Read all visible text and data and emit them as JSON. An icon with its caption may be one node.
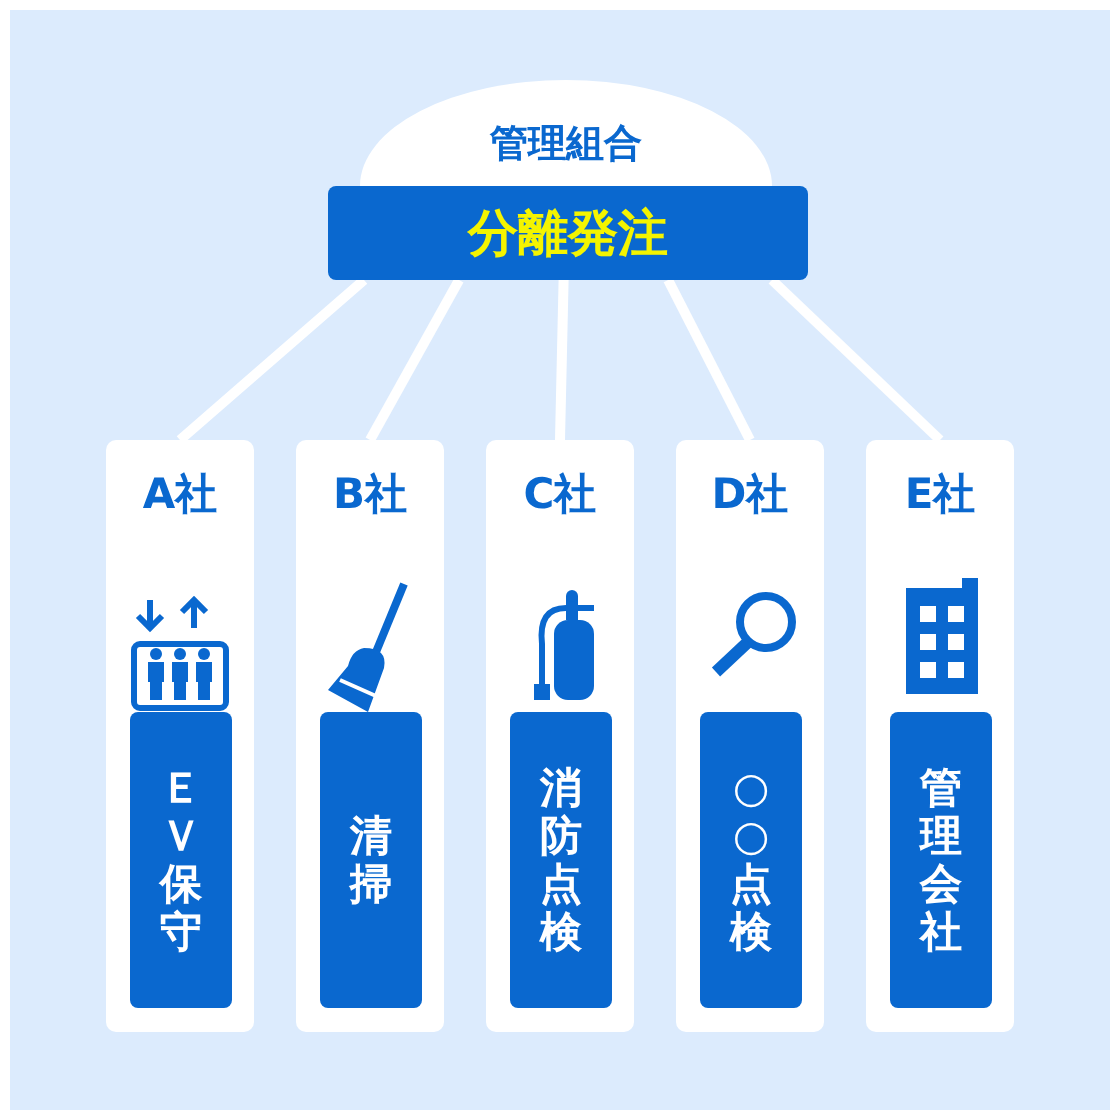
{
  "diagram": {
    "nodes": [
      {
        "text": [
          "管理組合"
        ]
      },
      {
        "text": [
          "分離発注"
        ]
      },
      {
        "text": [
          "A社"
        ]
      },
      {
        "text": [
          "ＥＶ保守"
        ],
        "in": 2
      },
      {
        "text": [
          "B社"
        ]
      },
      {
        "text": [
          "清掃"
        ],
        "in": 4
      },
      {
        "text": [
          "C社"
        ]
      },
      {
        "text": [
          "消防点検"
        ],
        "in": 6
      },
      {
        "text": [
          "D社"
        ]
      },
      {
        "text": [
          "○○点検"
        ],
        "in": 8
      },
      {
        "text": [
          "E社"
        ]
      },
      {
        "text": [
          "管理会社"
        ],
        "in": 10
      }
    ],
    "edges": [
      {
        "from": 1,
        "to": 2,
        "arrow": "none"
      },
      {
        "from": 1,
        "to": 4,
        "arrow": "none"
      },
      {
        "from": 1,
        "to": 6,
        "arrow": "none"
      },
      {
        "from": 1,
        "to": 8,
        "arrow": "none"
      },
      {
        "from": 1,
        "to": 10,
        "arrow": "none"
      }
    ]
  }
}
